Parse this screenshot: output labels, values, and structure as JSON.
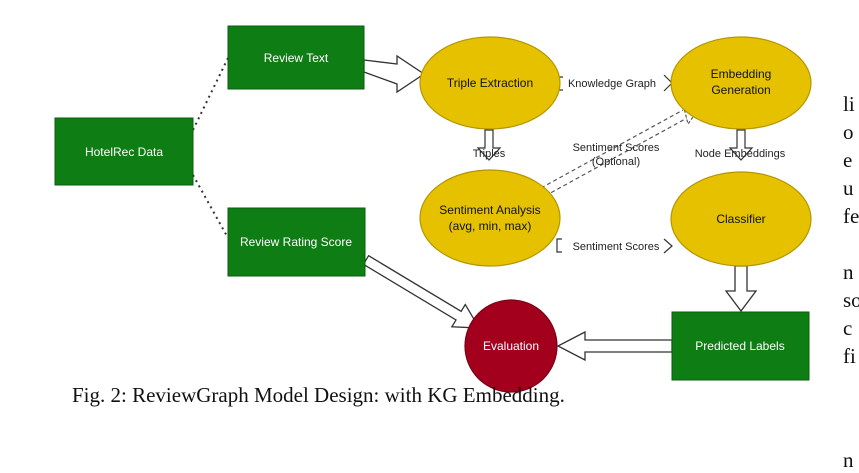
{
  "colors": {
    "green_box": "#0e7d13",
    "gold_ellipse": "#e6c100",
    "evaluation": "#a3001e",
    "stroke": "#333333"
  },
  "nodes": {
    "hotelrec": "HotelRec Data",
    "review_text": "Review Text",
    "review_rating": "Review Rating Score",
    "triple_extraction": "Triple Extraction",
    "embedding_generation_line1": "Embedding",
    "embedding_generation_line2": "Generation",
    "sentiment_analysis_line1": "Sentiment Analysis",
    "sentiment_analysis_line2": "(avg, min, max)",
    "classifier": "Classifier",
    "predicted_labels": "Predicted Labels",
    "evaluation": "Evaluation"
  },
  "edges": {
    "knowledge_graph": "Knowledge Graph",
    "triples": "Triples",
    "sentiment_scores_optional_line1": "Sentiment Scores",
    "sentiment_scores_optional_line2": "(Optional)",
    "node_embeddings": "Node Embeddings",
    "sentiment_scores": "Sentiment Scores"
  },
  "caption": "Fig. 2: ReviewGraph Model Design: with KG Embedding.",
  "side_text": [
    "li",
    "o",
    "e",
    "u",
    "fe",
    "n",
    "so",
    "c",
    "fi",
    "n"
  ]
}
